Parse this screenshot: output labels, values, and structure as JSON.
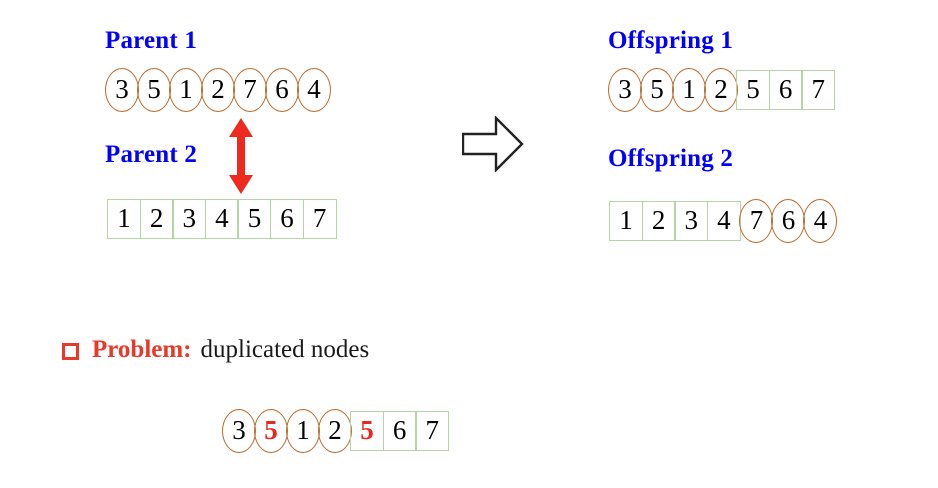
{
  "slide": {
    "title_color": "#0000ff",
    "ellipse_color": "#bd6b2c",
    "box_color": "#b4d5a4",
    "highlight_color": "#e8281e",
    "arrow_color": "#e8392a"
  },
  "panels": {
    "parent1": {
      "label": "Parent 1",
      "genes": [
        {
          "value": "3",
          "shape": "ellipse",
          "dup": false
        },
        {
          "value": "5",
          "shape": "ellipse",
          "dup": false
        },
        {
          "value": "1",
          "shape": "ellipse",
          "dup": false
        },
        {
          "value": "2",
          "shape": "ellipse",
          "dup": false
        },
        {
          "value": "7",
          "shape": "ellipse",
          "dup": false
        },
        {
          "value": "6",
          "shape": "ellipse",
          "dup": false
        },
        {
          "value": "4",
          "shape": "ellipse",
          "dup": false
        }
      ]
    },
    "parent2": {
      "label": "Parent 2",
      "genes": [
        {
          "value": "1",
          "shape": "box",
          "dup": false
        },
        {
          "value": "2",
          "shape": "box",
          "dup": false
        },
        {
          "value": "3",
          "shape": "box",
          "dup": false
        },
        {
          "value": "4",
          "shape": "box",
          "dup": false
        },
        {
          "value": "5",
          "shape": "box",
          "dup": false
        },
        {
          "value": "6",
          "shape": "box",
          "dup": false
        },
        {
          "value": "7",
          "shape": "box",
          "dup": false
        }
      ]
    },
    "offspring1": {
      "label": "Offspring 1",
      "genes": [
        {
          "value": "3",
          "shape": "ellipse",
          "dup": false
        },
        {
          "value": "5",
          "shape": "ellipse",
          "dup": false
        },
        {
          "value": "1",
          "shape": "ellipse",
          "dup": false
        },
        {
          "value": "2",
          "shape": "ellipse",
          "dup": false
        },
        {
          "value": "5",
          "shape": "box",
          "dup": false
        },
        {
          "value": "6",
          "shape": "box",
          "dup": false
        },
        {
          "value": "7",
          "shape": "box",
          "dup": false
        }
      ]
    },
    "offspring2": {
      "label": "Offspring 2",
      "genes": [
        {
          "value": "1",
          "shape": "box",
          "dup": false
        },
        {
          "value": "2",
          "shape": "box",
          "dup": false
        },
        {
          "value": "3",
          "shape": "box",
          "dup": false
        },
        {
          "value": "4",
          "shape": "box",
          "dup": false
        },
        {
          "value": "7",
          "shape": "ellipse",
          "dup": false
        },
        {
          "value": "6",
          "shape": "ellipse",
          "dup": false
        },
        {
          "value": "4",
          "shape": "ellipse",
          "dup": false
        }
      ]
    },
    "problem": {
      "bullet": "hollow-square",
      "keyword": "Problem:",
      "text": "duplicated nodes",
      "genes": [
        {
          "value": "3",
          "shape": "ellipse",
          "dup": false
        },
        {
          "value": "5",
          "shape": "ellipse",
          "dup": true
        },
        {
          "value": "1",
          "shape": "ellipse",
          "dup": false
        },
        {
          "value": "2",
          "shape": "ellipse",
          "dup": false
        },
        {
          "value": "5",
          "shape": "box",
          "dup": true
        },
        {
          "value": "6",
          "shape": "box",
          "dup": false
        },
        {
          "value": "7",
          "shape": "box",
          "dup": false
        }
      ]
    }
  },
  "annotations": {
    "crossover_marker": "red-double-headed-vertical-arrow",
    "transition": "hollow-right-arrow"
  }
}
